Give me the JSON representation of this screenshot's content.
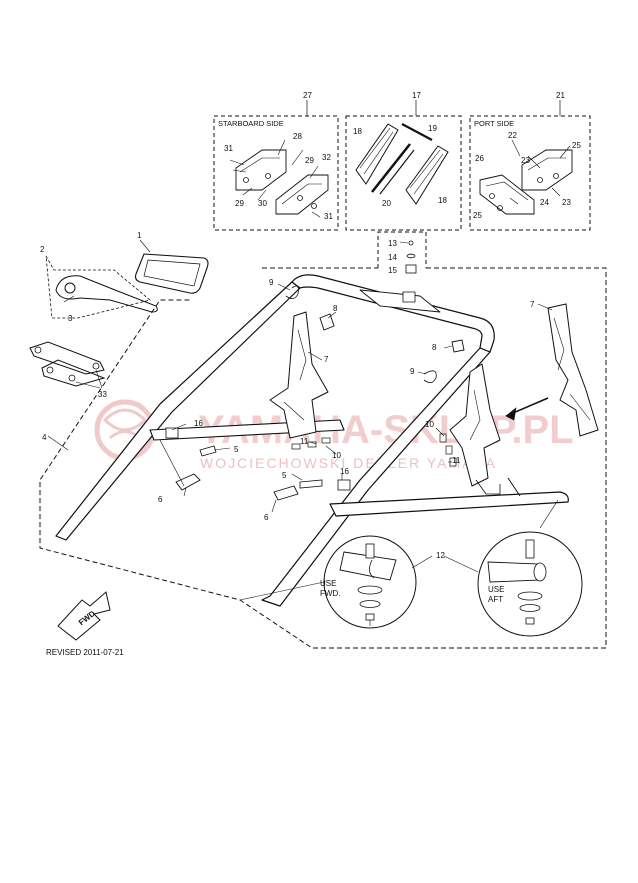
{
  "watermark": {
    "brand": "YAMAHA-SKLEP.PL",
    "sub": "WOJCIECHOWSKI DEALER YAMAHA"
  },
  "boxes": {
    "starboard": {
      "number": "27",
      "title": "STARBOARD SIDE"
    },
    "center": {
      "number": "17"
    },
    "port": {
      "number": "21",
      "title": "PORT SIDE"
    }
  },
  "callouts": {
    "c1": "1",
    "c2": "2",
    "c3": "3",
    "c4": "4",
    "c5a": "5",
    "c5b": "5",
    "c6a": "6",
    "c6b": "6",
    "c7a": "7",
    "c7b": "7",
    "c8a": "8",
    "c8b": "8",
    "c9a": "9",
    "c9b": "9",
    "c10a": "10",
    "c10b": "10",
    "c11a": "11",
    "c11b": "11",
    "c12": "12",
    "c13": "13",
    "c14": "14",
    "c15": "15",
    "c16a": "16",
    "c16b": "16",
    "c18a": "18",
    "c18b": "18",
    "c19": "19",
    "c20": "20",
    "c22": "22",
    "c23a": "23",
    "c23b": "23",
    "c24": "24",
    "c25a": "25",
    "c25b": "25",
    "c26": "26",
    "c28": "28",
    "c29a": "29",
    "c29b": "29",
    "c30": "30",
    "c31a": "31",
    "c31b": "31",
    "c32": "32",
    "c33": "33"
  },
  "details": {
    "fwd_line1": "USE",
    "fwd_line2": "FWD.",
    "aft_line1": "USE",
    "aft_line2": "AFT"
  },
  "fwd_arrow": "FWD",
  "revised": "REVISED 2011-07-21"
}
